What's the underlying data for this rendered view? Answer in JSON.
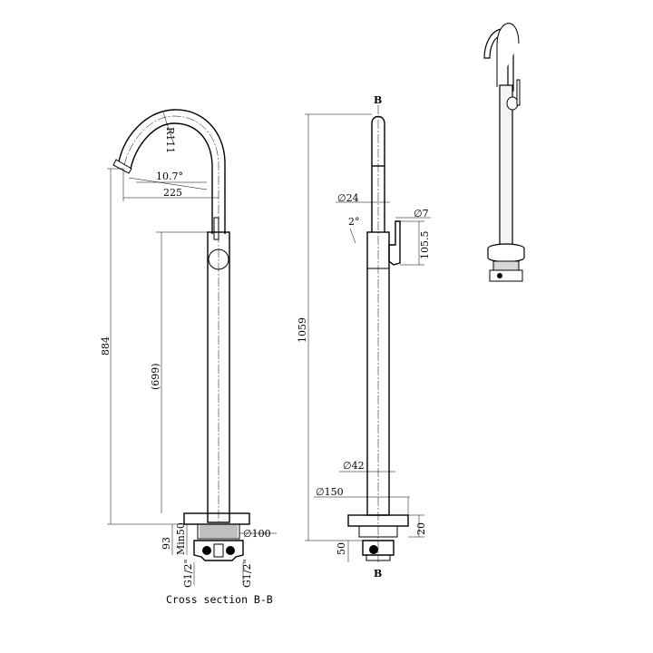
{
  "front_view": {
    "dim_radius": "R111",
    "dim_angle": "10.7°",
    "dim_spout_reach": "225",
    "dim_total_height": "884",
    "dim_body_height": "(699)",
    "dim_base_dia": "∅100",
    "dim_min_depth": "Min50",
    "dim_base_depth": "93",
    "thread_left": "G1/2\"",
    "thread_right": "G1/2\"",
    "caption": "Cross section  B-B"
  },
  "side_view": {
    "section_mark_top": "B",
    "section_mark_bottom": "B",
    "dim_spout_dia": "∅24",
    "dim_handle_dia": "∅7",
    "dim_handle_angle": "2°",
    "dim_handle_height": "105.5",
    "dim_total_height": "1059",
    "dim_body_dia": "∅42",
    "dim_flange_dia": "∅150",
    "dim_flange_height": "20",
    "dim_base_depth": "50"
  }
}
